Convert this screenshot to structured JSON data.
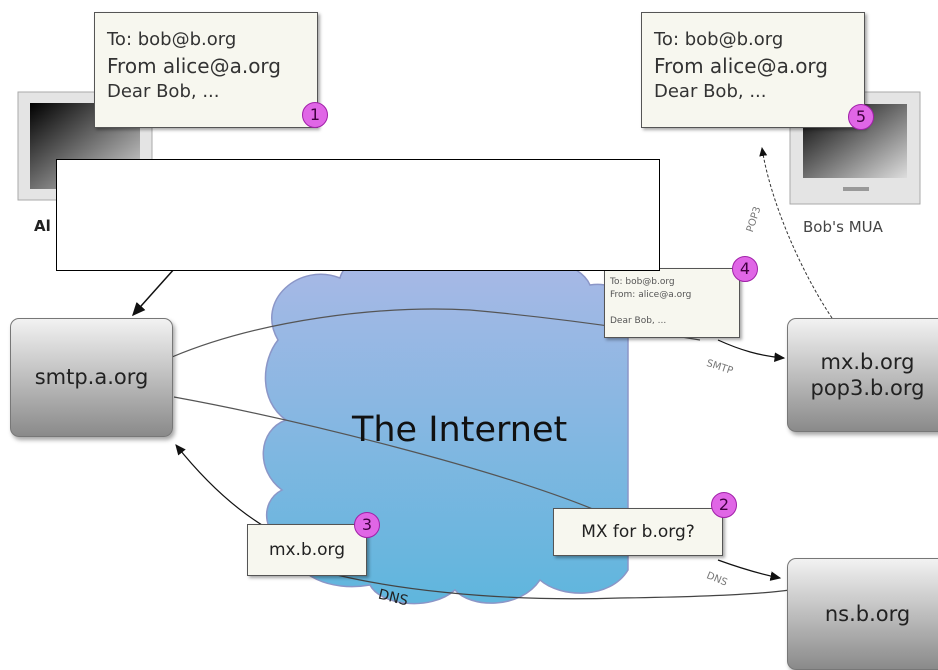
{
  "internet": {
    "label": "The Internet"
  },
  "mua_alice": {
    "label": "Al"
  },
  "mua_bob": {
    "label": "Bob's MUA"
  },
  "servers": {
    "smtp_a": "smtp.a.org",
    "mx_b_line1": "mx.b.org",
    "mx_b_line2": "pop3.b.org",
    "ns_b": "ns.b.org"
  },
  "message_1": {
    "step": "1",
    "to": "To: bob@b.org",
    "from": "From alice@a.org",
    "body": "Dear Bob, ..."
  },
  "message_5": {
    "step": "5",
    "to": "To: bob@b.org",
    "from": "From alice@a.org",
    "body": "Dear Bob, ..."
  },
  "message_4": {
    "step": "4",
    "to": "To: bob@b.org",
    "from": "From: alice@a.org",
    "body": "Dear Bob, ..."
  },
  "query_2": {
    "step": "2",
    "text": "MX for b.org?"
  },
  "answer_3": {
    "step": "3",
    "text": "mx.b.org"
  },
  "protocols": {
    "pop3": "POP3",
    "smtp": "SMTP",
    "dns_small": "DNS",
    "dns_large": "DNS"
  },
  "colors": {
    "badge": "#e066e6",
    "cloud_top": "#a7bde3",
    "cloud_bottom": "#6ab3e0"
  }
}
